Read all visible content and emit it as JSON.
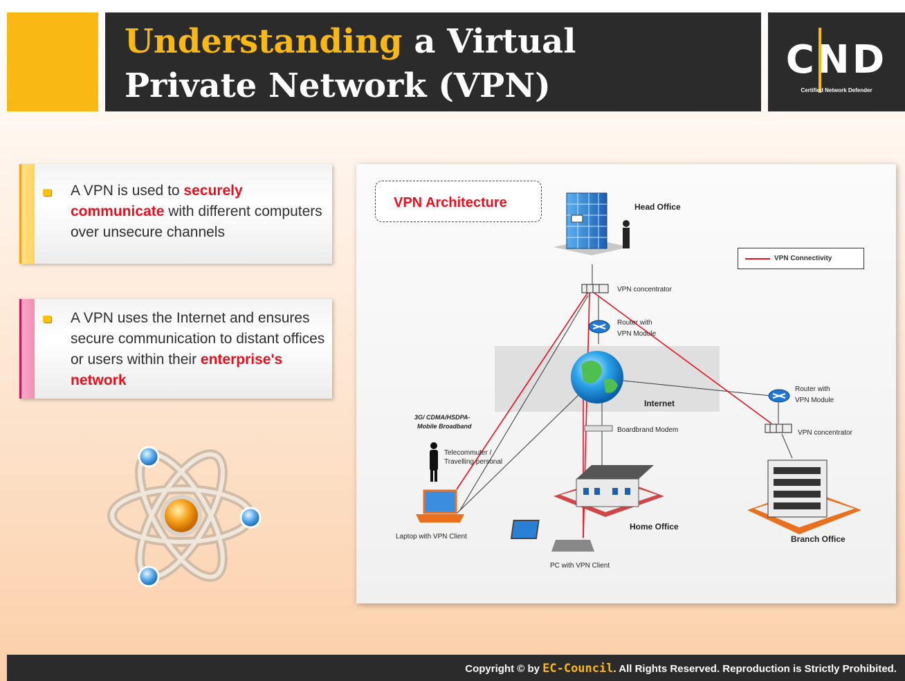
{
  "slide": {
    "title_highlight": "Understanding",
    "title_rest_line1": " a Virtual",
    "title_line2": "Private Network (VPN)"
  },
  "logo": {
    "letters": "CND",
    "subtitle": "Certified  Network  Defender"
  },
  "bullets": [
    {
      "pre": "A VPN is used to ",
      "red1": "securely",
      "red2": "communicate",
      "post": " with different computers over unsecure channels"
    },
    {
      "pre": "A VPN uses the Internet and ensures secure communication to distant offices or users within their ",
      "red": "enterprise's network"
    }
  ],
  "diagram": {
    "title": "VPN Architecture",
    "legend": "VPN Connectivity",
    "labels": {
      "head_office": "Head Office",
      "vpn_concentrator_top": "VPN concentrator",
      "router_top_1": "Router with",
      "router_top_2": "VPN Module",
      "internet": "Internet",
      "router_right_1": "Router with",
      "router_right_2": "VPN Module",
      "vpn_concentrator_right": "VPN concentrator",
      "mobile_1": "3G/ CDMA/HSDPA-",
      "mobile_2": "Mobile Broadband",
      "telecommuter_1": "Telecommuter /",
      "telecommuter_2": "Travelling personal",
      "modem": "Boardbrand Modem",
      "laptop": "Laptop with VPN Client",
      "home_office": "Home Office",
      "branch_office": "Branch Office",
      "pc": "PC with VPN Client"
    }
  },
  "footer": {
    "pre": "Copyright © by ",
    "brand": "EC-Council",
    "post": ". All Rights Reserved. Reproduction is Strictly Prohibited."
  },
  "colors": {
    "accent": "#f9b814",
    "dark": "#2b2b2b",
    "red": "#e8101e"
  }
}
